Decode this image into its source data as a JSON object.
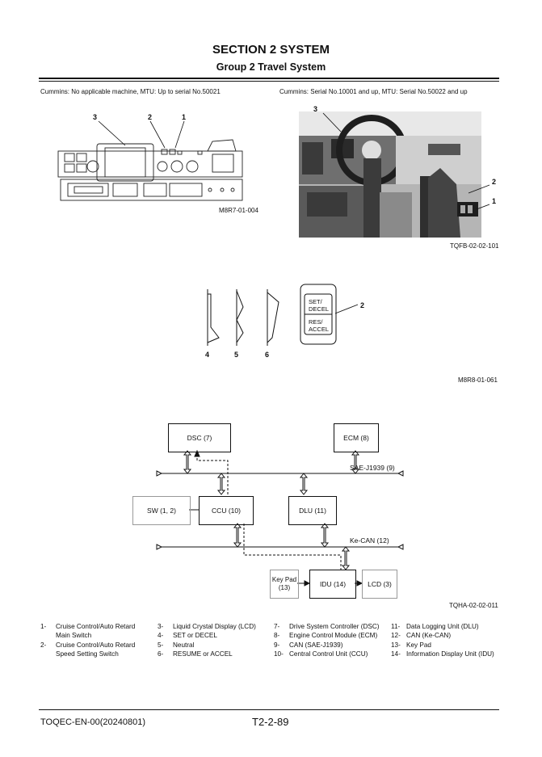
{
  "header": {
    "section_title": "SECTION 2 SYSTEM",
    "group_title": "Group 2 Travel System"
  },
  "left_figure": {
    "caption": "Cummins: No applicable machine, MTU: Up to serial No.50021",
    "callouts": [
      "3",
      "2",
      "1"
    ],
    "code": "M8R7-01-004"
  },
  "right_figure": {
    "caption": "Cummins: Serial No.10001 and up, MTU: Serial No.50022 and up",
    "callouts": [
      "3",
      "2",
      "1"
    ],
    "code": "TQFB-02-02-101"
  },
  "switch_figure": {
    "labels": [
      "4",
      "5",
      "6"
    ],
    "switch_top": "SET/\nDECEL",
    "switch_bottom": "RES/\nACCEL",
    "callout": "2",
    "code": "M8R8-01-061"
  },
  "block_diagram": {
    "dsc": "DSC (7)",
    "ecm": "ECM (8)",
    "sae_bus": "SAE-J1939 (9)",
    "sw": "SW (1, 2)",
    "ccu": "CCU (10)",
    "dlu": "DLU (11)",
    "ke_can": "Ke-CAN (12)",
    "key_pad": "Key Pad\n(13)",
    "idu": "IDU (14)",
    "lcd": "LCD (3)",
    "code": "TQHA-02-02-011"
  },
  "legend": [
    [
      {
        "num": "1-",
        "text": "Cruise Control/Auto Retard\nMain Switch"
      },
      {
        "num": "2-",
        "text": "Cruise Control/Auto Retard\nSpeed Setting Switch"
      }
    ],
    [
      {
        "num": "3-",
        "text": "Liquid Crystal Display (LCD)"
      },
      {
        "num": "4-",
        "text": "SET or DECEL"
      },
      {
        "num": "5-",
        "text": "Neutral"
      },
      {
        "num": "6-",
        "text": "RESUME or ACCEL"
      }
    ],
    [
      {
        "num": "7-",
        "text": "Drive System Controller (DSC)"
      },
      {
        "num": "8-",
        "text": "Engine Control Module (ECM)"
      },
      {
        "num": "9-",
        "text": "CAN (SAE-J1939)"
      },
      {
        "num": "10-",
        "text": "Central Control Unit (CCU)"
      }
    ],
    [
      {
        "num": "11-",
        "text": "Data Logging Unit (DLU)"
      },
      {
        "num": "12-",
        "text": "CAN (Ke-CAN)"
      },
      {
        "num": "13-",
        "text": "Key Pad"
      },
      {
        "num": "14-",
        "text": "Information Display Unit (IDU)"
      }
    ]
  ],
  "footer": {
    "doc_code": "TOQEC-EN-00(20240801)",
    "page_number": "T2-2-89"
  }
}
